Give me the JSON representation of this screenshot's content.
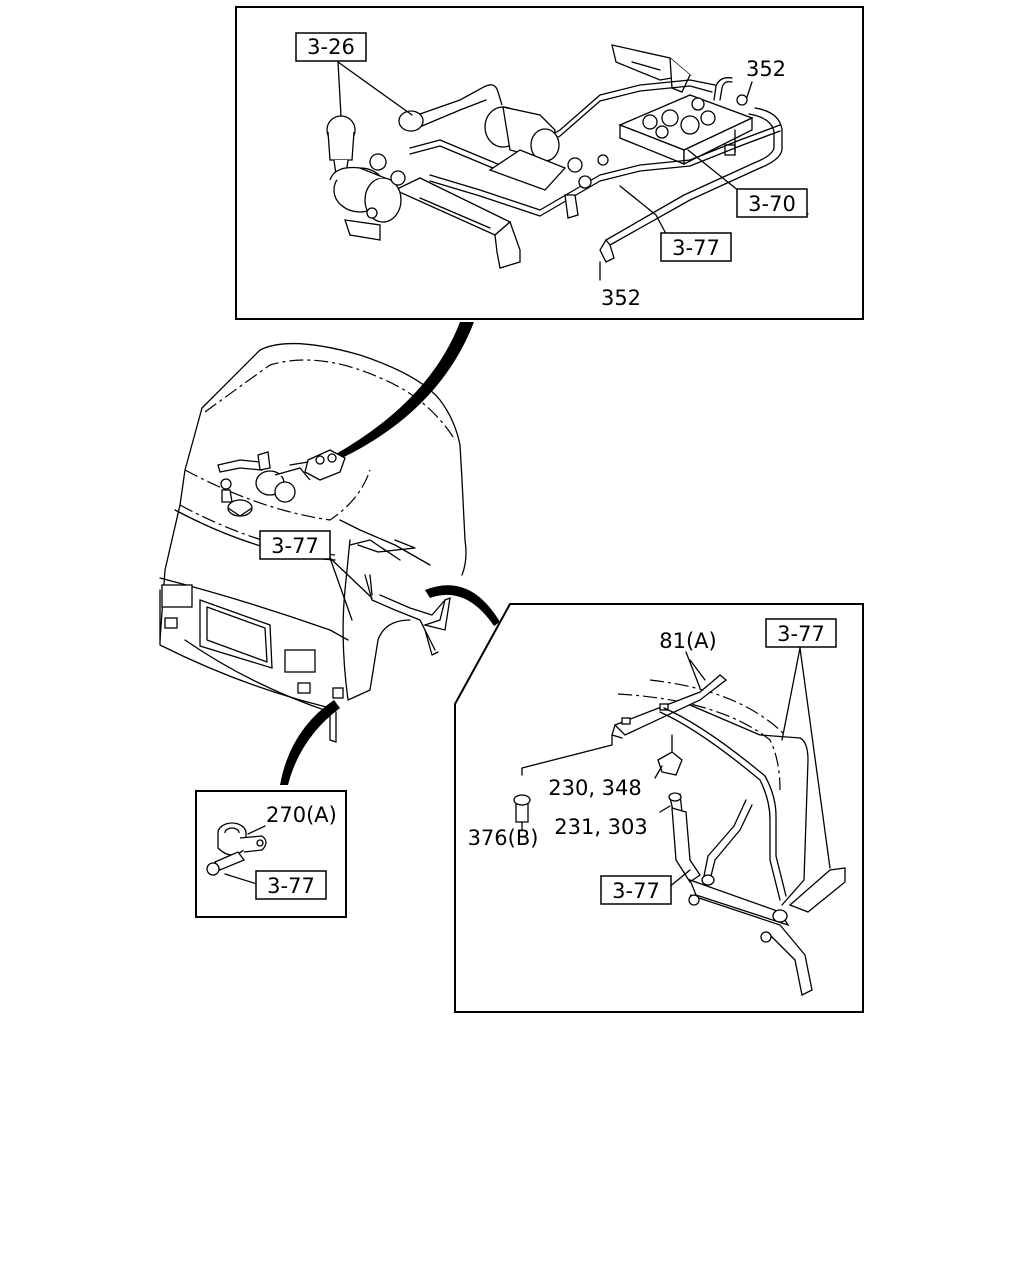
{
  "diagram": {
    "top_view": {
      "refs": [
        "3-26",
        "3-70",
        "3-77"
      ],
      "parts": [
        "352",
        "352"
      ]
    },
    "cab_view": {
      "refs": [
        "3-77"
      ]
    },
    "left_detail": {
      "refs": [
        "3-77"
      ],
      "parts": [
        "270(A)"
      ]
    },
    "right_detail": {
      "refs": [
        "3-77",
        "3-77"
      ],
      "parts": [
        "81(A)",
        "230, 348",
        "231, 303",
        "376(B)"
      ]
    }
  }
}
